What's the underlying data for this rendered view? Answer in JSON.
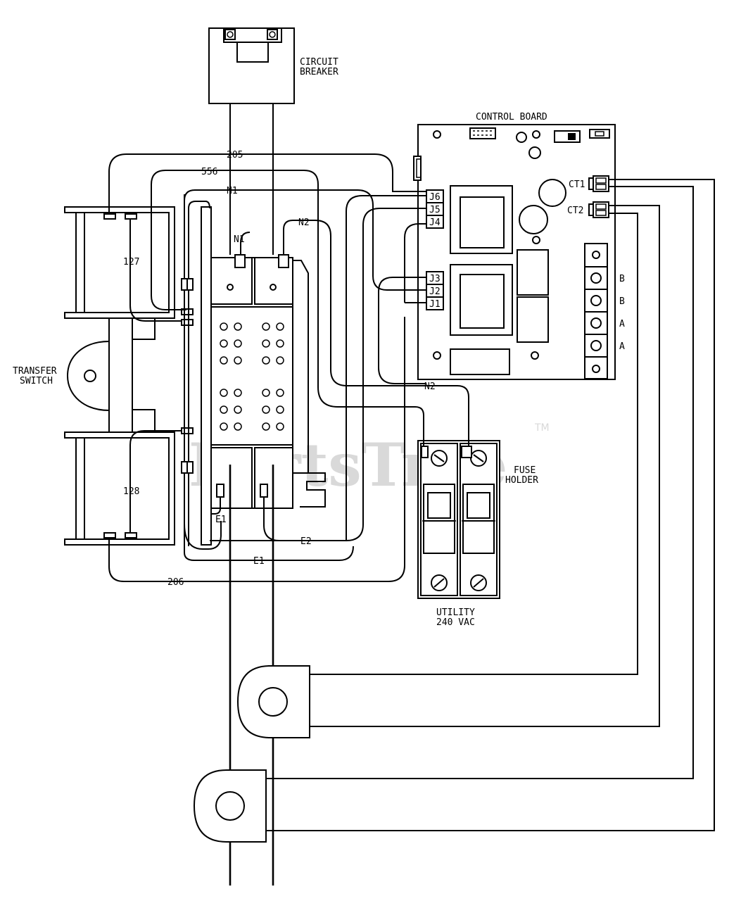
{
  "labels": {
    "circuit_breaker_line1": "CIRCUIT",
    "circuit_breaker_line2": "BREAKER",
    "control_board": "CONTROL BOARD",
    "transfer_switch_line1": "TRANSFER",
    "transfer_switch_line2": "SWITCH",
    "fuse_holder_line1": "FUSE",
    "fuse_holder_line2": "HOLDER",
    "utility_line1": "UTILITY",
    "utility_line2": "240 VAC"
  },
  "wires": {
    "w205": "205",
    "w556": "556",
    "w127": "127",
    "w128": "128",
    "w206": "206",
    "n1_top": "N1",
    "n1_term": "N1",
    "n2_top": "N2",
    "n2_bottom": "N2",
    "e1_a": "E1",
    "e1_b": "E1",
    "e2": "E2"
  },
  "connectors": {
    "j6": "J6",
    "j5": "J5",
    "j4": "J4",
    "j3": "J3",
    "j2": "J2",
    "j1": "J1",
    "ct1": "CT1",
    "ct2": "CT2"
  },
  "terminals": [
    "B",
    "B",
    "A",
    "A"
  ],
  "watermark": {
    "text": "PartsTree",
    "tm": "TM"
  }
}
